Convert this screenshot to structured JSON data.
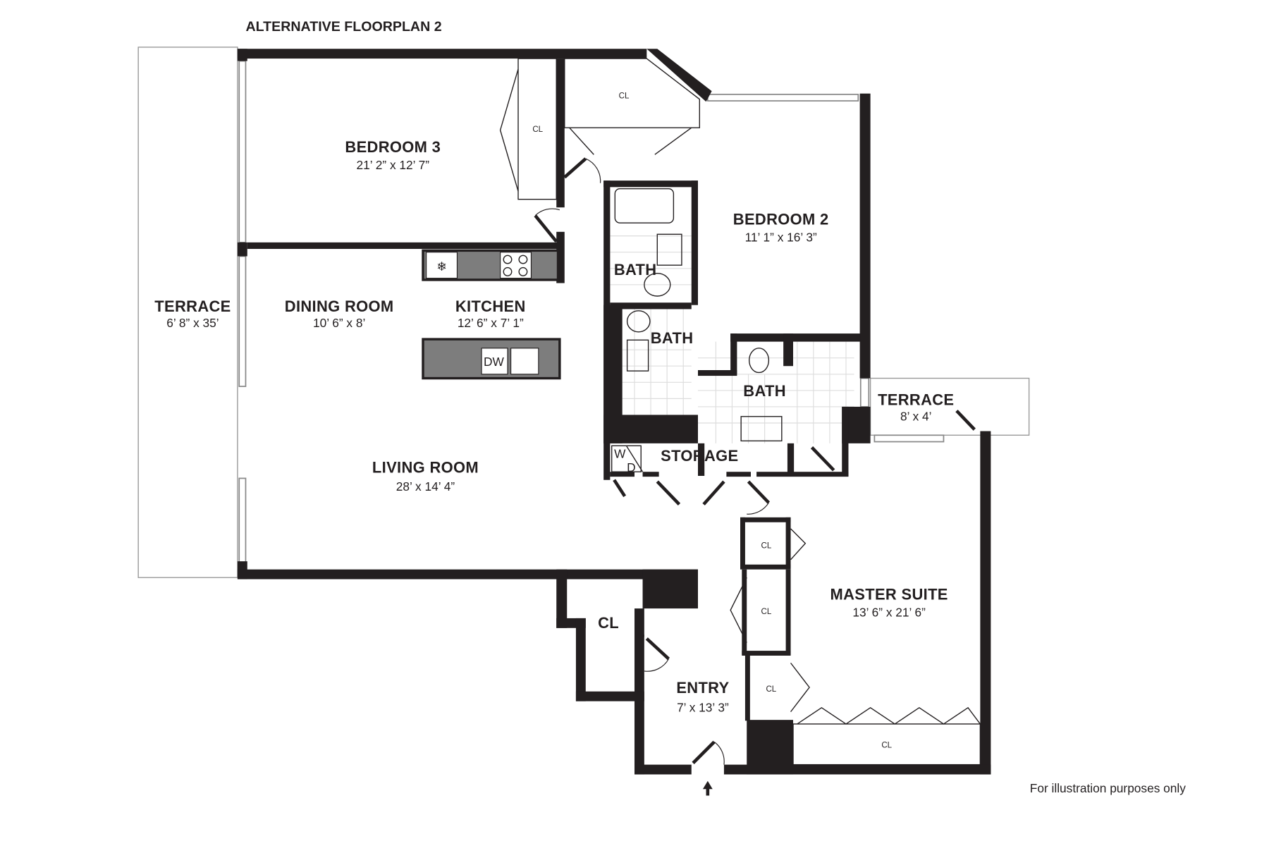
{
  "title": "ALTERNATIVE FLOORPLAN 2",
  "footer_note": "For illustration purposes only",
  "rooms": {
    "terrace_main": {
      "name": "TERRACE",
      "dims": "6’ 8” x 35’"
    },
    "bedroom3": {
      "name": "BEDROOM 3",
      "dims": "21’ 2” x 12’ 7”"
    },
    "bedroom2": {
      "name": "BEDROOM 2",
      "dims": "11’ 1” x 16’ 3”"
    },
    "dining": {
      "name": "DINING ROOM",
      "dims": "10’ 6” x 8’"
    },
    "kitchen": {
      "name": "KITCHEN",
      "dims": "12’ 6” x 7’ 1”"
    },
    "living": {
      "name": "LIVING ROOM",
      "dims": "28’ x 14’ 4”"
    },
    "terrace_small": {
      "name": "TERRACE",
      "dims": "8’ x 4’"
    },
    "master": {
      "name": "MASTER SUITE",
      "dims": "13’ 6” x 21’ 6”"
    },
    "entry": {
      "name": "ENTRY",
      "dims": "7’ x 13’ 3”"
    },
    "storage": {
      "name": "STORAGE"
    },
    "bath1": {
      "name": "BATH"
    },
    "bath2": {
      "name": "BATH"
    },
    "bath3": {
      "name": "BATH"
    },
    "entry_closet": {
      "name": "CL"
    }
  },
  "closet_label": "CL",
  "fixtures": {
    "washer": "W",
    "dryer": "D",
    "dishwasher": "DW"
  }
}
